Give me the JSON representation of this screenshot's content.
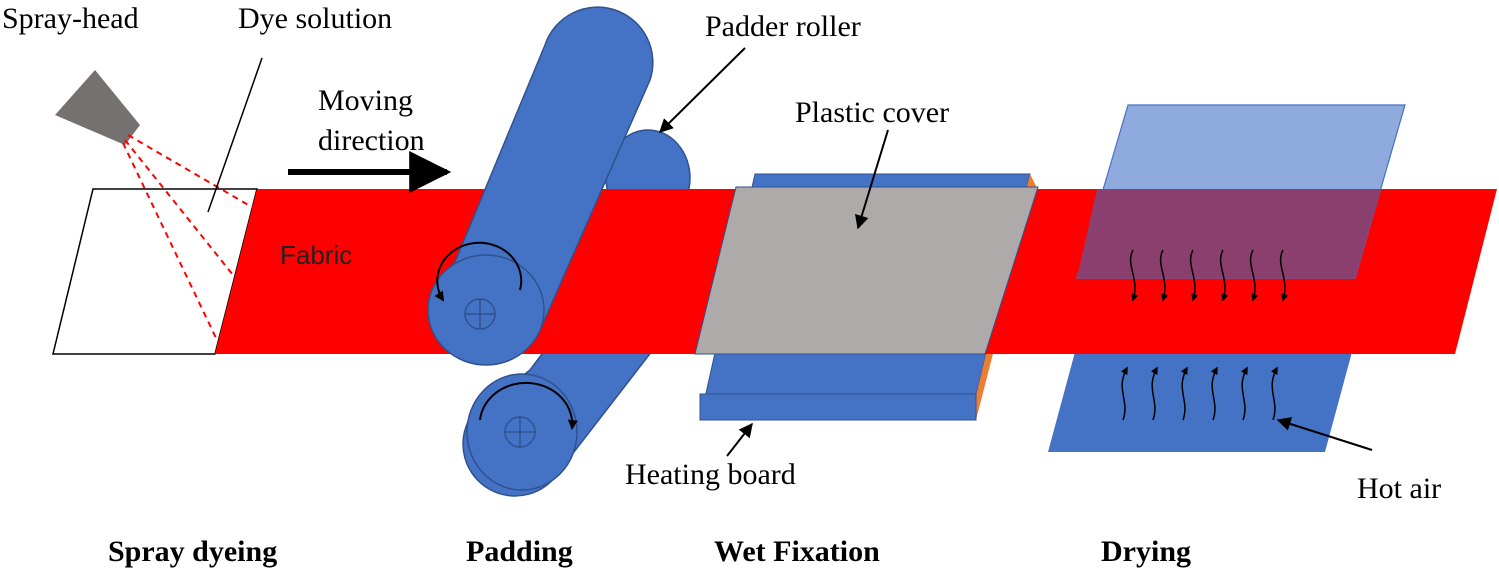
{
  "labels": {
    "spray_head": "Spray-head",
    "dye_solution": "Dye solution",
    "moving_direction_line1": "Moving",
    "moving_direction_line2": "direction",
    "padder_roller": "Padder roller",
    "plastic_cover": "Plastic cover",
    "fabric": "Fabric",
    "heating_board": "Heating board",
    "hot_air": "Hot air"
  },
  "stages": [
    "Spray dyeing",
    "Padding",
    "Wet Fixation",
    "Drying"
  ],
  "colors": {
    "fabric": "#ff0000",
    "roller": "#4472c4",
    "roller_edge": "#2f528f",
    "cover": "#aeaaaa",
    "heating_board": "#4472c4",
    "heating_board_edge": "#ed7d31",
    "drying_plate_top": "#8faadc",
    "drying_overlap": "#8b3f6f",
    "spray_head": "#767171",
    "spray_lines": "#ff0000"
  }
}
